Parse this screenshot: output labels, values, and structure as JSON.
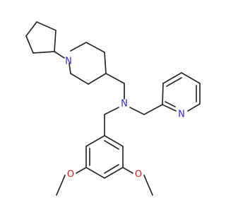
{
  "atom_labels": {
    "piperidine_n": "N",
    "amine_n": "N",
    "pyridine_n": "N",
    "methoxy_o_left": "O",
    "methoxy_o_right": "O"
  },
  "colors": {
    "bond": "#2b2b2b",
    "nitrogen": "#2b2bd9",
    "oxygen": "#e02020",
    "background": "#ffffff"
  }
}
